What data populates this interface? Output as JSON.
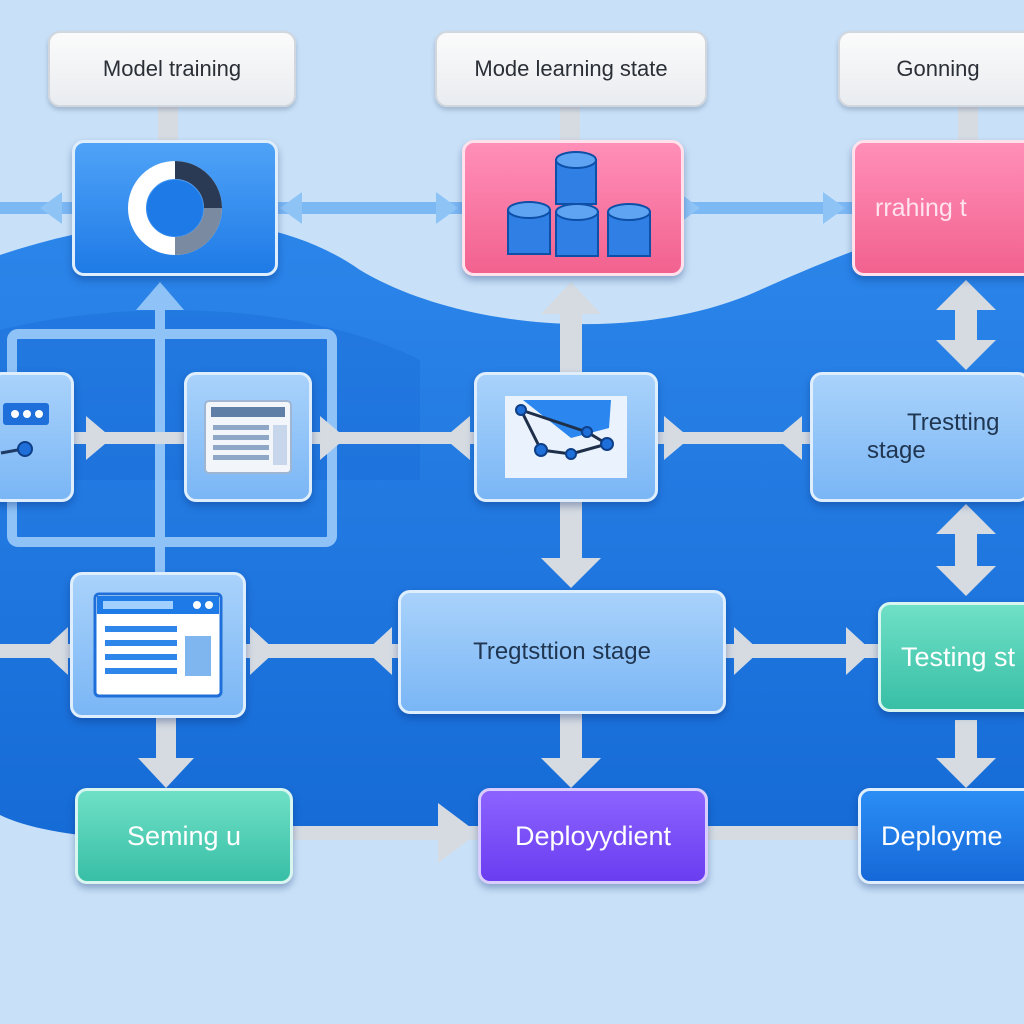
{
  "labels": {
    "model_training": "Model training",
    "model_learning_state": "Mode lea­rning state",
    "gonning": "Gonning"
  },
  "nodes": {
    "training": "rrahing t",
    "testing_stage_upper": "Trestting\nstage",
    "testing_stage_upper_line1": "Trestting",
    "testing_stage_upper_line2": "stage",
    "tregtsttion_stage": "Tregtsttion stage",
    "testing_stage_lower": "Testing st",
    "seming": "Seming u",
    "deploydient": "Deployydient",
    "deployme": "Deployme"
  },
  "icons": {
    "model_training_card": "ring-chart-icon",
    "learning_state_card": "cylinders-icon",
    "left_edge_card": "window-graph-icon",
    "document_card": "document-icon",
    "network_card": "network-graph-icon",
    "browser_card": "browser-window-icon"
  },
  "colors": {
    "background": "#c9e1f8",
    "water": "#1f78e0",
    "card_blue": "#1e7ae6",
    "card_pink": "#f2628f",
    "card_green": "#38bfa6",
    "card_purple": "#6a3df0",
    "connector": "#d6dbe2"
  }
}
